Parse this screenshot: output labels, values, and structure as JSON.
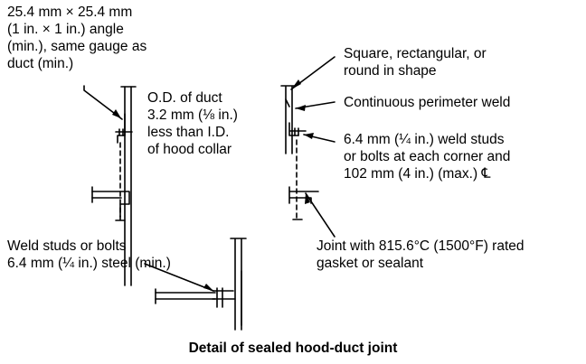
{
  "labels": {
    "angle_note": "25.4 mm × 25.4 mm\n(1 in. × 1 in.) angle\n(min.), same gauge as\nduct (min.)",
    "od_note": "O.D. of duct\n3.2 mm (⅛ in.)\nless than I.D.\nof hood collar",
    "shape_note": "Square, rectangular, or\nround in shape",
    "weld_note": "Continuous perimeter weld",
    "studs_note": "6.4 mm (¼ in.) weld studs\nor bolts at each corner and\n102 mm (4 in.) (max.) ℄",
    "weld_studs_note": "Weld studs or bolts\n6.4 mm (¼ in.) steel (min.)",
    "joint_note": "Joint with 815.6°C (1500°F) rated\ngasket or sealant"
  },
  "caption": "Detail of sealed hood-duct joint"
}
